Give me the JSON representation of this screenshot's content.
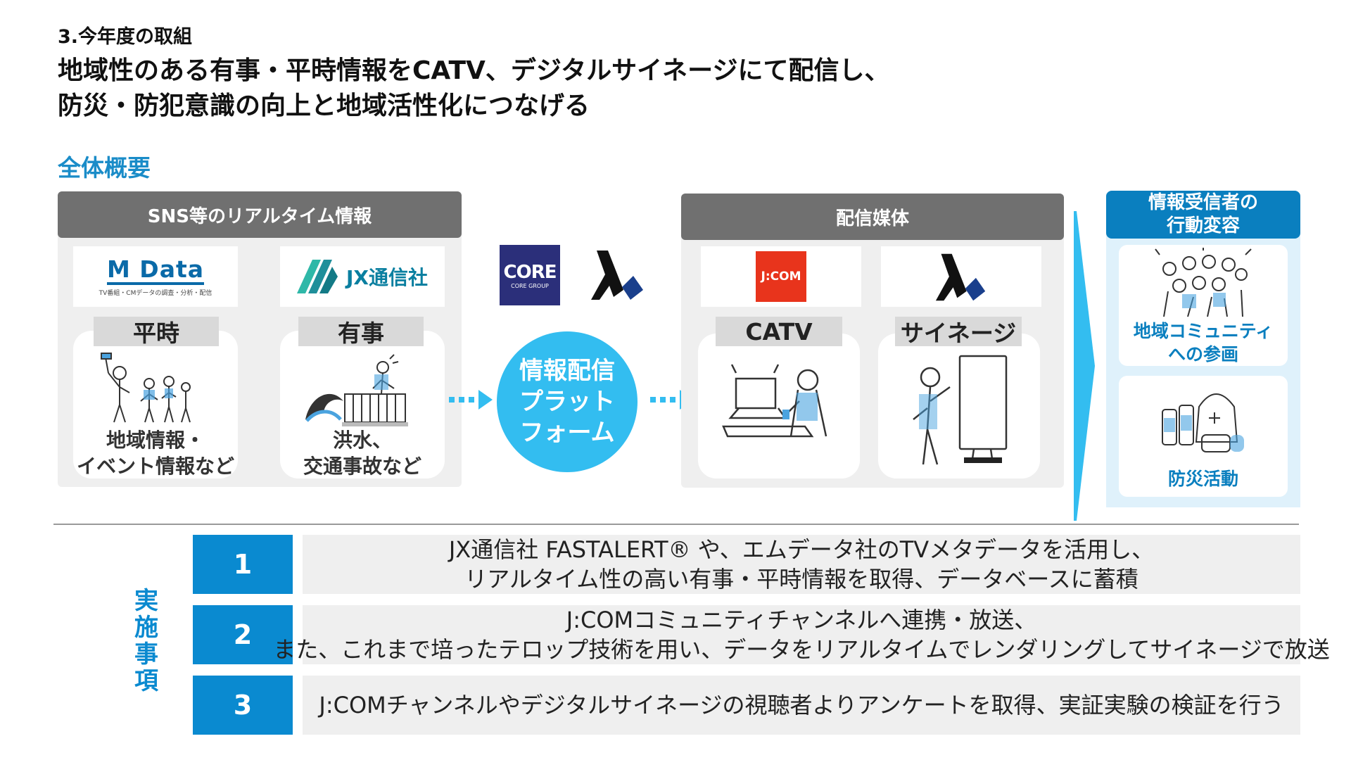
{
  "header": {
    "section": "3.今年度の取組",
    "headline_line1": "地域性のある有事・平時情報をCATV、デジタルサイネージにて配信し、",
    "headline_line2": "防災・防犯意識の向上と地域活性化につなげる"
  },
  "overview_label": "全体概要",
  "sources": {
    "title": "SNS等のリアルタイム情報",
    "mdata_logo": "M Data",
    "mdata_sub": "TV番組・CMデータの調査・分析・配信",
    "jx_logo": "JX通信社",
    "heiji": {
      "tag": "平時",
      "caption1": "地域情報・",
      "caption2": "イベント情報など"
    },
    "yuji": {
      "tag": "有事",
      "caption1": "洪水、",
      "caption2": "交通事故など"
    }
  },
  "platform": {
    "core_logo": "CORE",
    "core_sub": "CORE GROUP",
    "line1": "情報配信",
    "line2": "プラット",
    "line3": "フォーム"
  },
  "media": {
    "title": "配信媒体",
    "jcom_logo": "J:COM",
    "catv_tag": "CATV",
    "signage_tag": "サイネージ"
  },
  "behavior": {
    "title1": "情報受信者の",
    "title2": "行動変容",
    "community1": "地域コミュニティ",
    "community2": "への参画",
    "disaster": "防災活動"
  },
  "implementation": {
    "label": [
      "実",
      "施",
      "事",
      "項"
    ],
    "items": [
      {
        "num": "1",
        "line1": "JX通信社 FASTALERT® や、エムデータ社のTVメタデータを活用し、",
        "line2": "リアルタイム性の高い有事・平時情報を取得、データベースに蓄積"
      },
      {
        "num": "2",
        "line1": "J:COMコミュニティチャンネルへ連携・放送、",
        "line2": "また、これまで培ったテロップ技術を用い、データをリアルタイムでレンダリングしてサイネージで放送"
      },
      {
        "num": "3",
        "line1": "J:COMチャンネルやデジタルサイネージの視聴者よりアンケートを取得、実証実験の検証を行う"
      }
    ]
  },
  "colors": {
    "accent": "#33bdf0",
    "deep_blue": "#0a8ad0",
    "header_gray": "#707070",
    "jcom_red": "#e8341c"
  }
}
